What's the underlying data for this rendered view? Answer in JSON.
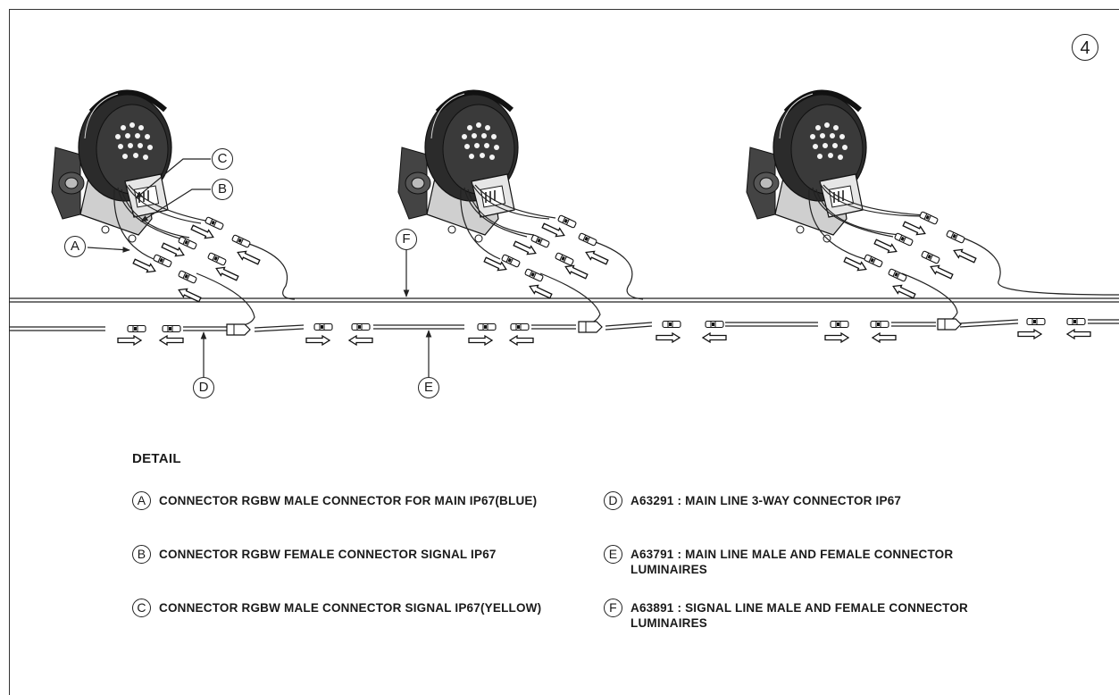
{
  "page_number": "4",
  "callouts": {
    "a": "A",
    "b": "B",
    "c": "C",
    "d": "D",
    "e": "E",
    "f": "F"
  },
  "detail": {
    "title": "DETAIL",
    "items": [
      {
        "key": "A",
        "text": "CONNECTOR RGBW MALE CONNECTOR FOR MAIN IP67(BLUE)"
      },
      {
        "key": "B",
        "text": "CONNECTOR RGBW FEMALE CONNECTOR SIGNAL IP67"
      },
      {
        "key": "C",
        "text": "CONNECTOR RGBW MALE CONNECTOR SIGNAL IP67(YELLOW)"
      },
      {
        "key": "D",
        "text": "A63291 : MAIN LINE 3-WAY CONNECTOR IP67"
      },
      {
        "key": "E",
        "text": "A63791 : MAIN LINE MALE AND FEMALE CONNECTOR LUMINAIRES"
      },
      {
        "key": "F",
        "text": "A63891 : SIGNAL LINE MALE AND FEMALE CONNECTOR LUMINAIRES"
      }
    ]
  },
  "colors": {
    "line": "#222222",
    "background": "#ffffff"
  }
}
